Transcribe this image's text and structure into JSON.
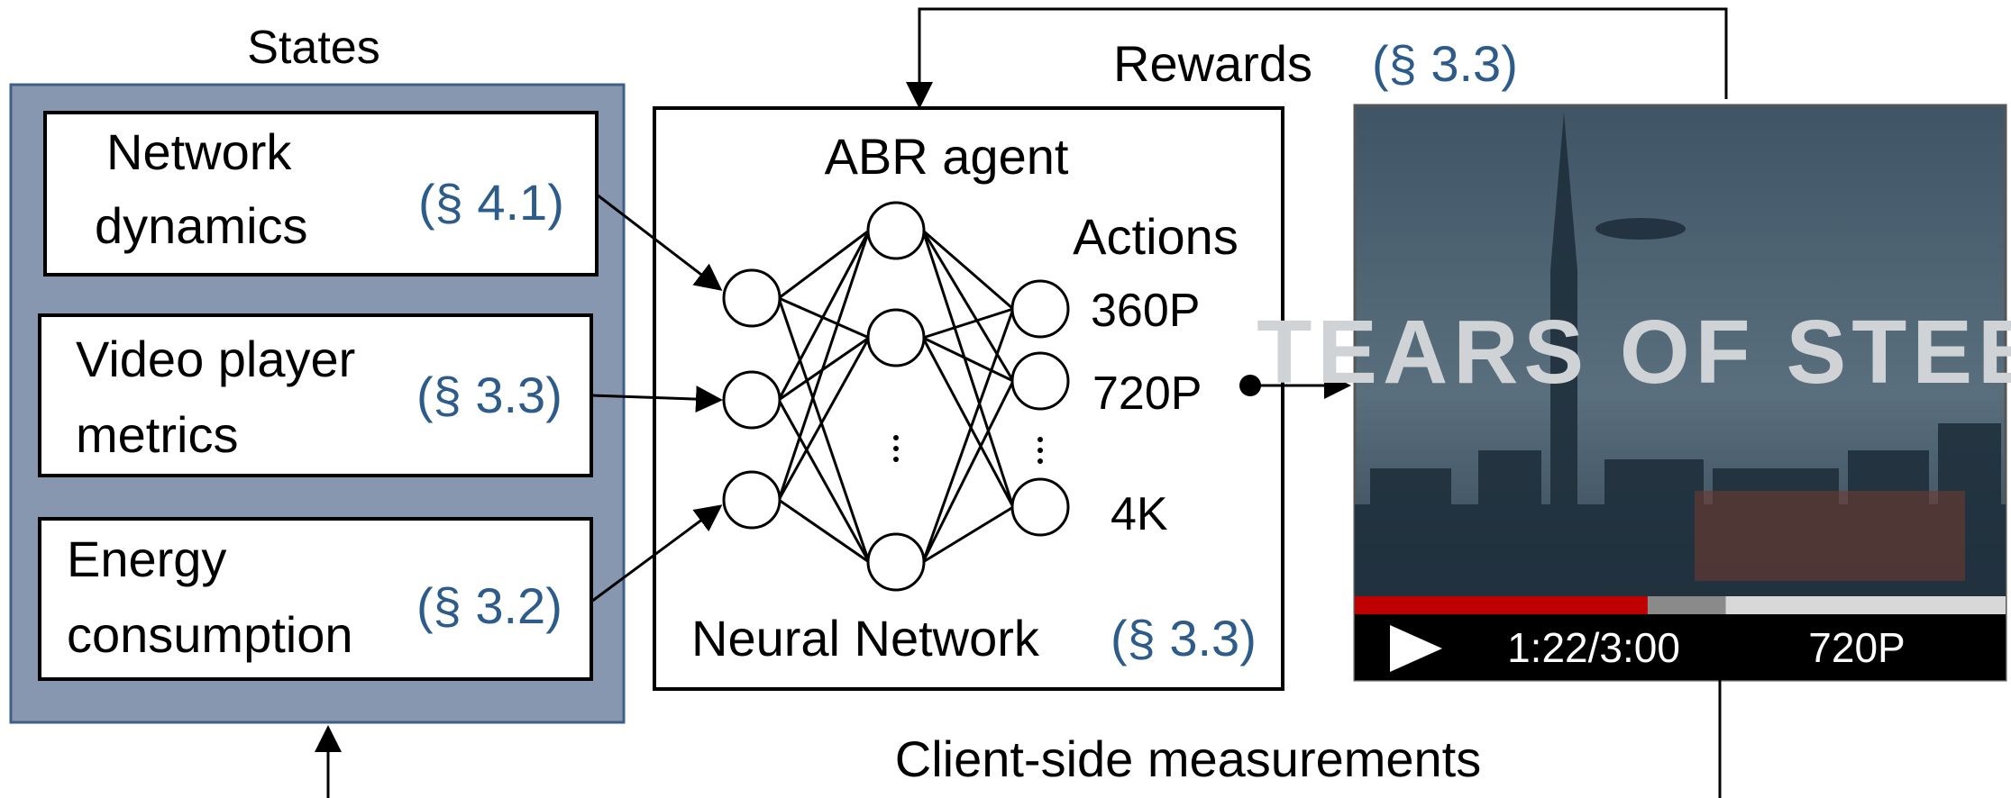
{
  "states": {
    "title": "States",
    "items": [
      {
        "lines": [
          "Network",
          "dynamics"
        ],
        "ref": "(§ 4.1)"
      },
      {
        "lines": [
          "Video player",
          "metrics"
        ],
        "ref": "(§ 3.3)"
      },
      {
        "lines": [
          "Energy",
          "consumption"
        ],
        "ref": "(§ 3.2)"
      }
    ]
  },
  "rewards": {
    "label": "Rewards",
    "ref": "(§ 3.3)"
  },
  "agent": {
    "title": "ABR agent",
    "actions_label": "Actions",
    "actions": [
      "360P",
      "720P",
      "4K"
    ],
    "nn_label": "Neural Network",
    "nn_ref": "(§ 3.3)"
  },
  "video": {
    "title_text": "TEARS OF STEEL",
    "time": "1:22/3:00",
    "quality": "720P",
    "progress": 0.45,
    "buffered": 0.57
  },
  "measurements": {
    "label": "Client-side measurements"
  },
  "colors": {
    "states_panel": "#8797b0",
    "ref": "#2e5c8a",
    "progress": "#c00000",
    "buffer": "#8a8a8a"
  }
}
